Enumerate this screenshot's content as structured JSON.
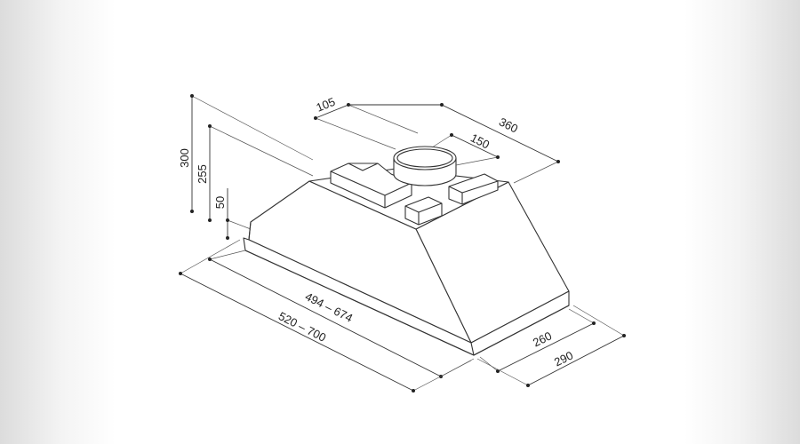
{
  "diagram": {
    "dimensions": {
      "height_total": "300",
      "height_inner": "255",
      "height_lip": "50",
      "offset_outlet": "105",
      "width_top": "360",
      "outlet_diameter": "150",
      "length_inner": "494 – 674",
      "length_outer": "520 – 700",
      "depth_inner": "260",
      "depth_outer": "290"
    }
  }
}
